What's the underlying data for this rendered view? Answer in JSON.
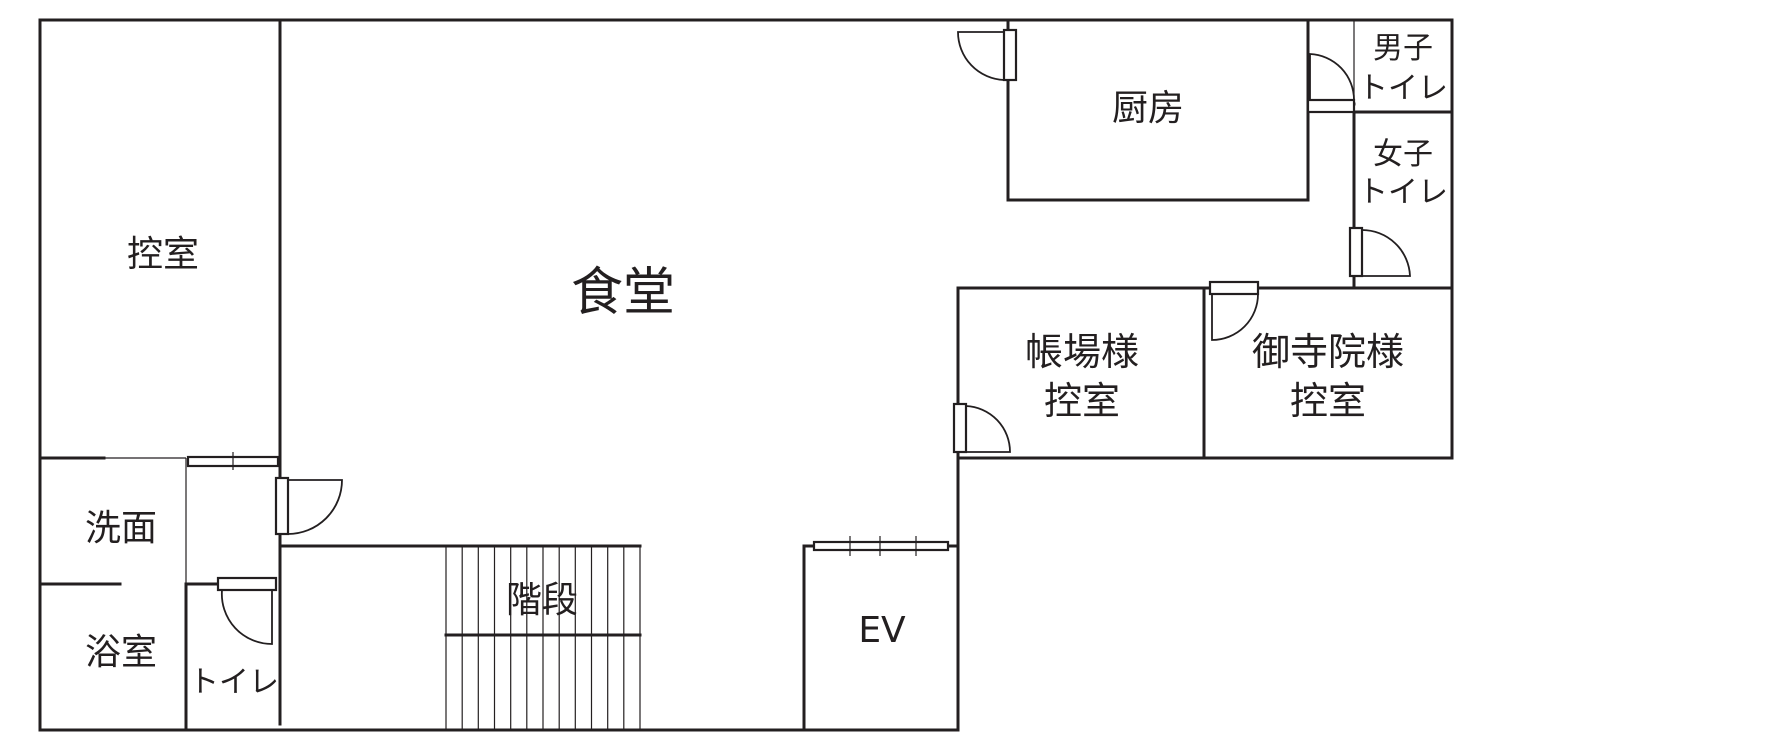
{
  "plan": {
    "rooms": {
      "waiting_left": "控室",
      "dining_hall": "食堂",
      "kitchen": "厨房",
      "mens_toilet_1": "男子",
      "mens_toilet_2": "トイレ",
      "womens_toilet_1": "女子",
      "womens_toilet_2": "トイレ",
      "cashier_waiting_1": "帳場様",
      "cashier_waiting_2": "控室",
      "temple_waiting_1": "御寺院様",
      "temple_waiting_2": "控室",
      "washroom": "洗面",
      "bathroom": "浴室",
      "toilet": "トイレ",
      "stairs": "階段",
      "elevator": "EV"
    },
    "colors": {
      "line": "#231f20",
      "background": "#ffffff"
    }
  }
}
